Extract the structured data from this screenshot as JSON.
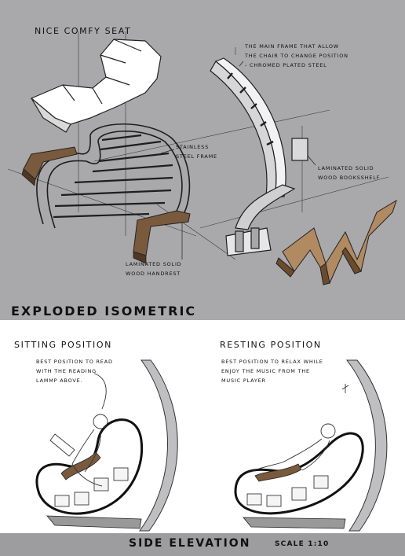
{
  "exploded": {
    "title": "EXPLODED ISOMETRIC",
    "seat_label": "NICE COMFY SEAT",
    "frame_label_lines": [
      "THE MAIN FRAME THAT ALLOW",
      "THE CHAIR TO CHANGE POSITION",
      "- CHROMED PLATED STEEL"
    ],
    "steel_label_lines": [
      "STAINLESS",
      "STEEL FRAME"
    ],
    "bookshelf_label_lines": [
      "LAMINATED SOLID",
      "WOOD BOOKSSHELF"
    ],
    "handrest_label_lines": [
      "LAMINATED SOLID",
      "WOOD HANDREST"
    ]
  },
  "sitting": {
    "title": "SITTING POSITION",
    "desc_lines": [
      "BEST POSITION TO READ",
      "WITH THE READING",
      "LAMMP ABOVE."
    ]
  },
  "resting": {
    "title": "RESTING POSITION",
    "desc_lines": [
      "BEST POSITION TO RELAX WHILE",
      "ENJOY THE MUSIC FROM THE",
      "MUSIC PLAYER"
    ]
  },
  "footer": {
    "title": "SIDE ELEVATION",
    "scale": "SCALE 1:10"
  },
  "colors": {
    "top_background": "#a9a9ab",
    "footer_background": "#9d9d9f",
    "wood": "#7a5a3c",
    "steel_frame": "#bfbfc2"
  }
}
